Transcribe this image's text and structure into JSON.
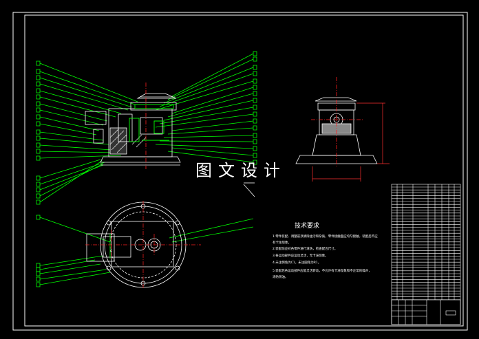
{
  "drawing": {
    "watermark_text": "图文设计",
    "colors": {
      "background": "#000000",
      "frame": "#ffffff",
      "leader": "#00ff00",
      "center_line": "#ff2020",
      "part": "#ffffff",
      "hatch": "#ffffff",
      "dimension": "#ff3030"
    }
  },
  "tech_requirements": {
    "title": "技术要求",
    "lines": [
      "1.零件装配、调整前须清除油污和杂质，零件接触面应均匀接触，装配后不应",
      "有卡住现象。",
      "2.装配前应对各零件进行清洗，检查配合尺寸。",
      "3.各运动部件应运动灵活，无卡滞现象。",
      "4.未注倒角为C1，未注圆角为R1。",
      "5.装配后各运动部件应能灵活转动，不允许有卡滞现象和不正常的噪声，",
      "涂防锈油。"
    ]
  }
}
